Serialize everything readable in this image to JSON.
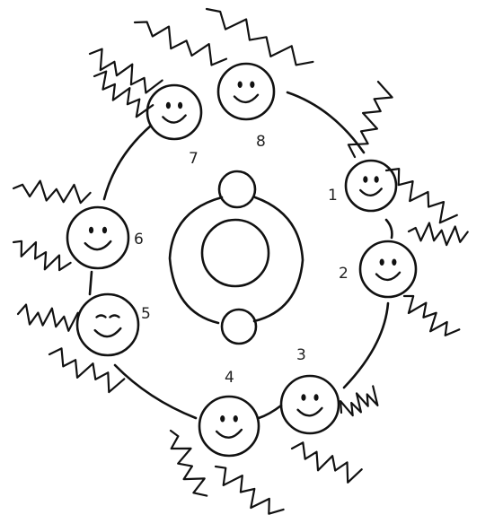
{
  "faces": [
    {
      "id": "1",
      "label": "1",
      "expression": "smile"
    },
    {
      "id": "2",
      "label": "2",
      "expression": "smile"
    },
    {
      "id": "3",
      "label": "3",
      "expression": "smile"
    },
    {
      "id": "4",
      "label": "4",
      "expression": "smile"
    },
    {
      "id": "5",
      "label": "5",
      "expression": "sleepy"
    },
    {
      "id": "6",
      "label": "6",
      "expression": "smile"
    },
    {
      "id": "7",
      "label": "7",
      "expression": "smile"
    },
    {
      "id": "8",
      "label": "8",
      "expression": "smile"
    }
  ]
}
